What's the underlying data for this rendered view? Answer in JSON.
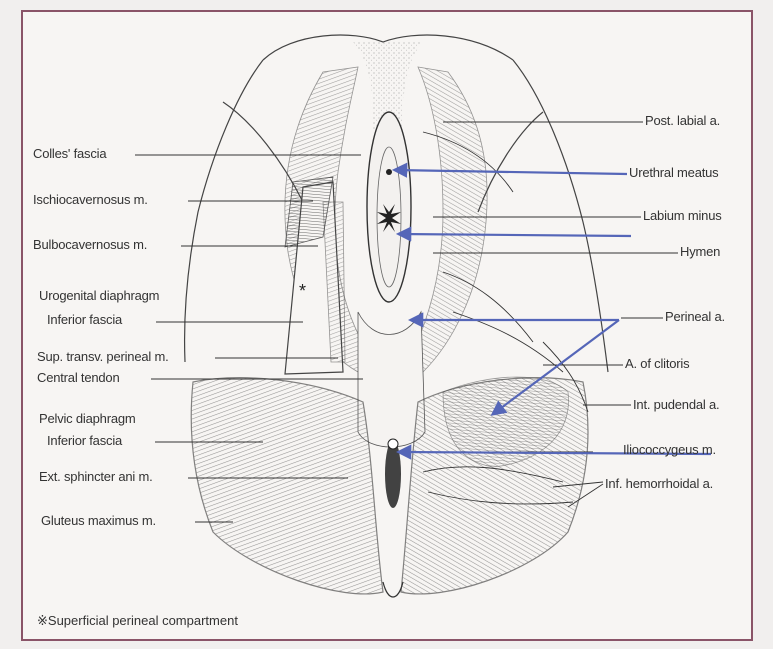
{
  "labels": {
    "colles_fascia": "Colles' fascia",
    "ischiocavernosus": "Ischiocavernosus m.",
    "bulbocavernosus": "Bulbocavernosus m.",
    "urogenital_diaphragm_1": "Urogenital diaphragm",
    "urogenital_diaphragm_2": "Inferior fascia",
    "sup_transv_perineal": "Sup. transv. perineal m.",
    "central_tendon": "Central tendon",
    "pelvic_diaphragm_1": "Pelvic diaphragm",
    "pelvic_diaphragm_2": "Inferior fascia",
    "ext_sphincter_ani": "Ext. sphincter ani m.",
    "gluteus_maximus": "Gluteus maximus m.",
    "post_labial": "Post. labial a.",
    "urethral_meatus": "Urethral meatus",
    "labium_minus": "Labium minus",
    "hymen": "Hymen",
    "perineal_a": "Perineal a.",
    "a_of_clitoris": "A. of clitoris",
    "int_pudendal": "Int. pudendal a.",
    "iliococcygeus": "Iliococcygeus m.",
    "inf_hemorrhoidal": "Inf. hemorrhoidal a.",
    "asterisk": "*"
  },
  "footnote": "※Superficial perineal compartment",
  "colors": {
    "frame": "#8a5468",
    "arrow": "#5566b8",
    "ink": "#333333",
    "paper": "#f7f5f3"
  }
}
